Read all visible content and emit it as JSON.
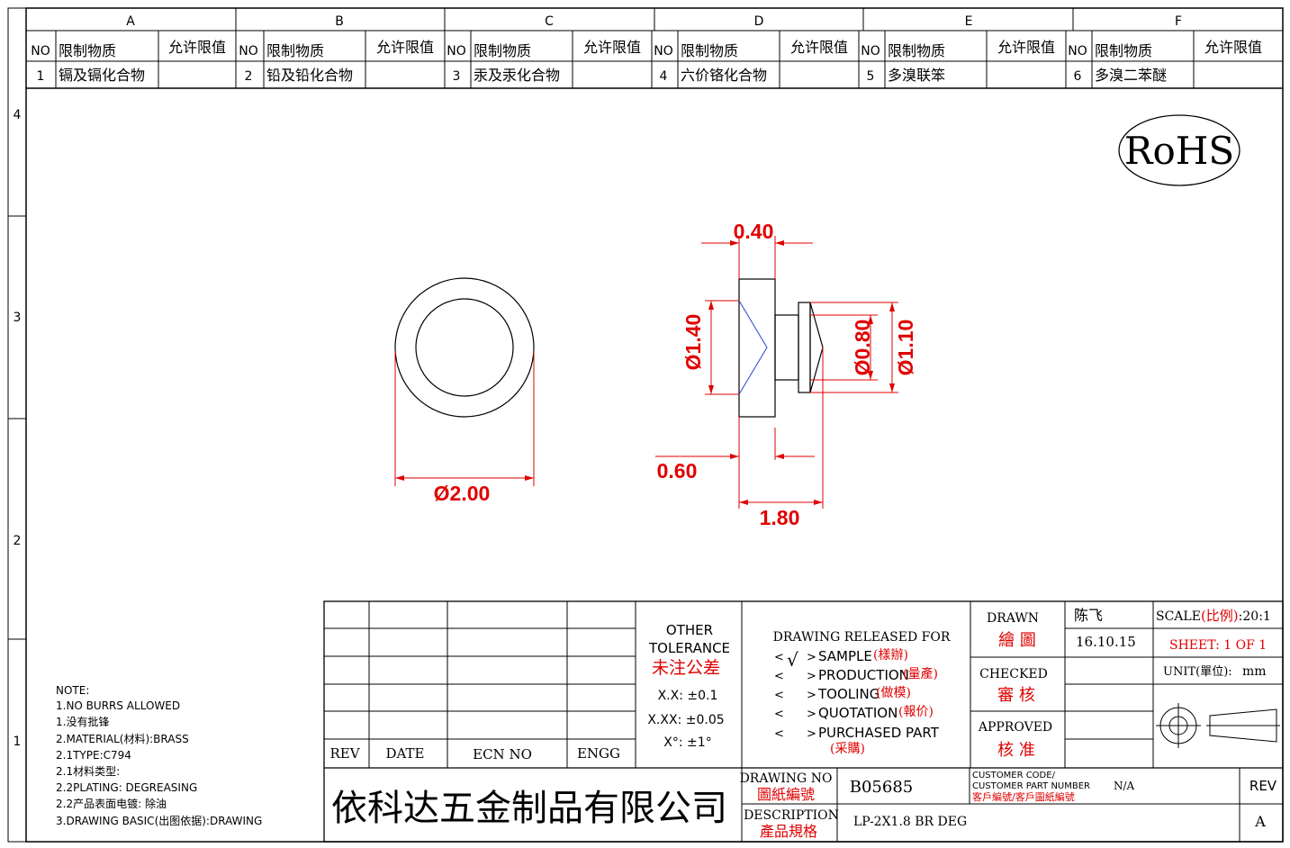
{
  "grid": {
    "columns": [
      "A",
      "B",
      "C",
      "D",
      "E",
      "F"
    ],
    "rows": [
      "4",
      "3",
      "2",
      "1"
    ]
  },
  "restricted": {
    "no_label": "NO",
    "substance_label": "限制物质",
    "limit_label": "允许限值",
    "items": [
      {
        "no": "1",
        "name": "镉及镉化合物",
        "limit": ""
      },
      {
        "no": "2",
        "name": "铅及铅化合物",
        "limit": ""
      },
      {
        "no": "3",
        "name": "汞及汞化合物",
        "limit": ""
      },
      {
        "no": "4",
        "name": "六价铬化合物",
        "limit": ""
      },
      {
        "no": "5",
        "name": "多溴联笨",
        "limit": ""
      },
      {
        "no": "6",
        "name": "多溴二苯醚",
        "limit": ""
      }
    ]
  },
  "rohs": "RoHS",
  "dims": {
    "d_outer": "Ø2.00",
    "flange_t": "0.40",
    "d_head": "Ø1.40",
    "d_small": "Ø0.80",
    "d_tip": "Ø1.10",
    "len_a": "0.60",
    "len_total": "1.80"
  },
  "notes": [
    "NOTE:",
    "1.NO BURRS ALLOWED",
    "1.没有批锋",
    "2.MATERIAL(材料):BRASS",
    "2.1TYPE:C794",
    "2.1材料类型:",
    "2.2PLATING: DEGREASING",
    "2.2产品表面电镀:  除油",
    "3.DRAWING BASIC(出图依据):DRAWING"
  ],
  "revision_table": {
    "headers": [
      "REV",
      "DATE",
      "ECN NO",
      "ENGG"
    ]
  },
  "tolerance": {
    "title1": "OTHER",
    "title2": "TOLERANCE",
    "title_cn": "未注公差",
    "xx": "X.X: ±0.1",
    "xxx": "X.XX: ±0.05",
    "deg": "X°: ±1°"
  },
  "release": {
    "title": "DRAWING RELEASED FOR",
    "items": [
      {
        "mark": "√",
        "en": "SAMPLE",
        "cn": "(樣辦)"
      },
      {
        "mark": "",
        "en": "PRODUCTION",
        "cn": "(量產)"
      },
      {
        "mark": "",
        "en": "TOOLING",
        "cn": "(做模)"
      },
      {
        "mark": "",
        "en": "QUOTATION",
        "cn": "(報价)"
      },
      {
        "mark": "",
        "en": "PURCHASED PART",
        "cn": "(采購)"
      }
    ]
  },
  "approval": {
    "drawn_en": "DRAWN",
    "drawn_cn": "繪 圖",
    "drawn_name": "陈飞",
    "drawn_date": "16.10.15",
    "checked_en": "CHECKED",
    "checked_cn": "審 核",
    "approved_en": "APPROVED",
    "approved_cn": "核 准"
  },
  "sheet": {
    "scale_label": "SCALE",
    "scale_cn": "(比例)",
    "scale_value": ":20:1",
    "sheet_text": "SHEET:  1 OF 1",
    "unit_label": "UNIT(單位):",
    "unit_value": "mm"
  },
  "company": "依科达五金制品有限公司",
  "drawing_no": {
    "label_en": "DRAWING NO",
    "label_cn": "圖紙編號",
    "value": "B05685"
  },
  "description": {
    "label_en": "DESCRIPTION",
    "label_cn": "產品規格",
    "value": "LP-2X1.8 BR DEG"
  },
  "customer": {
    "label1": "CUSTOMER CODE/",
    "label2": "CUSTOMER PART NUMBER",
    "label_cn": "客戶編號/客戶圖紙編號",
    "value": "N/A"
  },
  "rev": {
    "label": "REV",
    "value": "A"
  },
  "colors": {
    "line": "#000000",
    "dimension": "#e00000",
    "hidden": "#2244cc"
  }
}
